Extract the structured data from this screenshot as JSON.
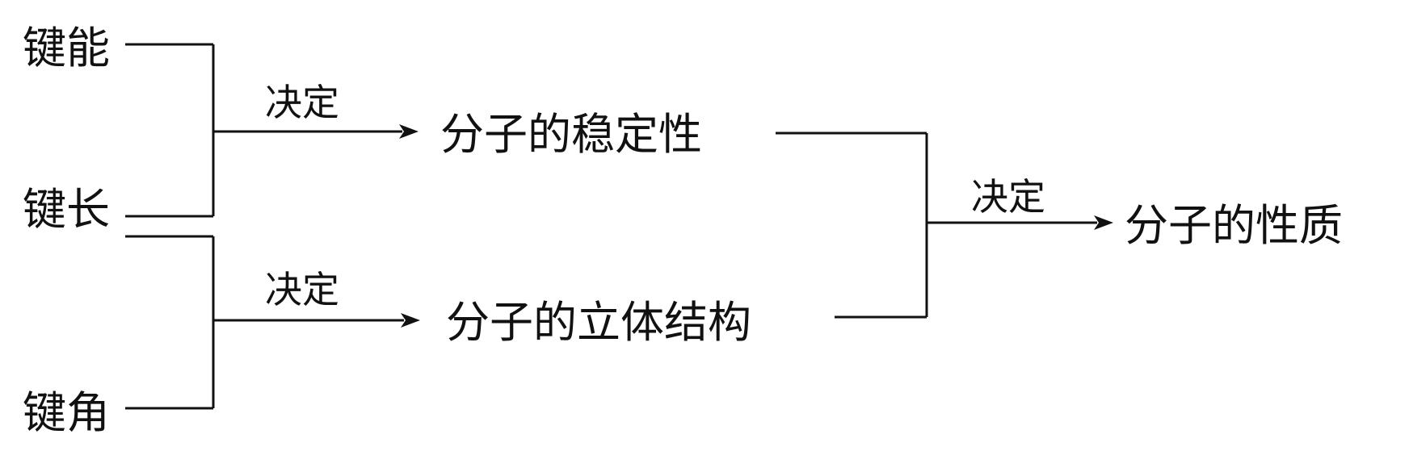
{
  "diagram": {
    "inputs": {
      "bond_energy": "键能",
      "bond_length": "键长",
      "bond_angle": "键角"
    },
    "edge_labels": {
      "upper": "决定",
      "lower": "决定",
      "right": "决定"
    },
    "middle": {
      "stability": "分子的稳定性",
      "structure": "分子的立体结构"
    },
    "output": {
      "properties": "分子的性质"
    },
    "colors": {
      "line": "#111111",
      "background": "#ffffff"
    }
  }
}
